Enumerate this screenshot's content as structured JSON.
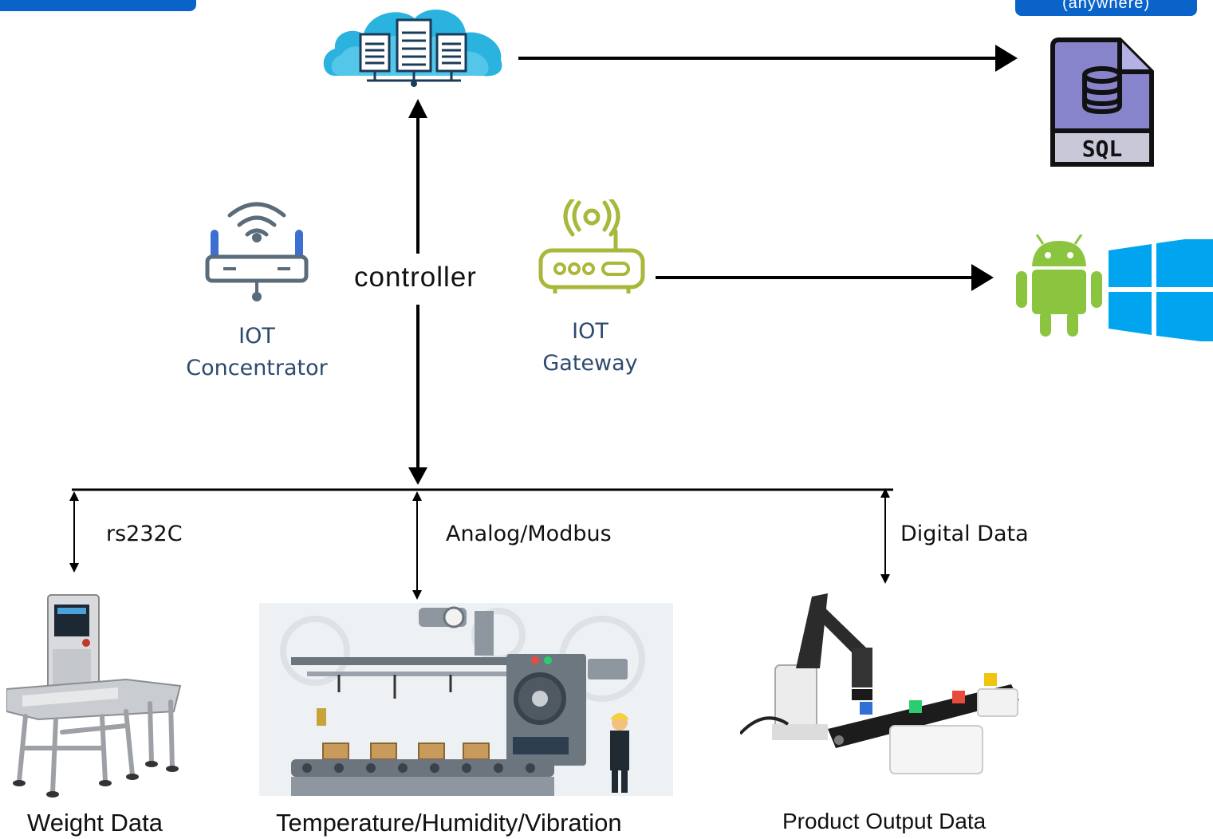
{
  "badges": {
    "top_left": "",
    "top_right": "(anywhere)"
  },
  "labels": {
    "controller": "controller",
    "iot_concentrator_line1": "IOT",
    "iot_concentrator_line2": "Concentrator",
    "iot_gateway_line1": "IOT",
    "iot_gateway_line2": "Gateway",
    "rs232c": "rs232C",
    "analog_modbus": "Analog/Modbus",
    "digital_data": "Digital Data",
    "weight_data": "Weight Data",
    "thv": "Temperature/Humidity/Vibration",
    "product_output": "Product Output Data",
    "sql": "SQL"
  },
  "colors": {
    "cloud": "#1aa6d6",
    "router": "#5a6b7a",
    "router_antenna": "#3d6fd1",
    "gateway": "#a9b73a",
    "sql_file": "#8a87d1",
    "android": "#8bc53f",
    "windows": "#00a4ef",
    "badge": "#0a63c9"
  },
  "icons": [
    "cloud-server-icon",
    "sql-file-icon",
    "wifi-router-icon",
    "iot-gateway-icon",
    "android-icon",
    "windows-icon",
    "checkweigher-image",
    "factory-line-image",
    "robot-arm-image"
  ]
}
